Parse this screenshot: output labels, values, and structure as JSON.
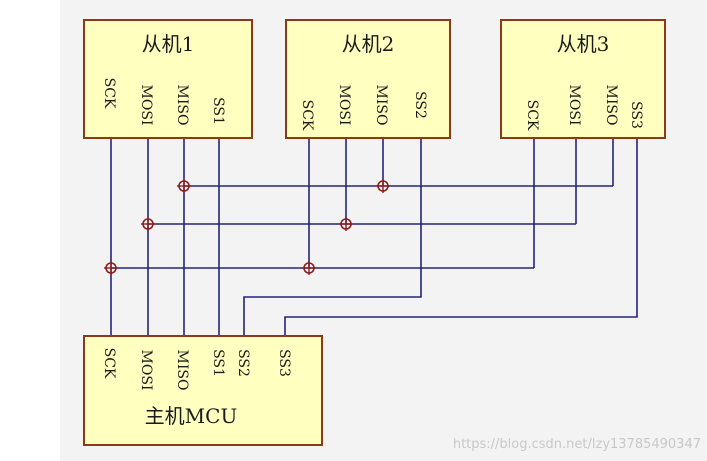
{
  "slaves": [
    {
      "title": "从机1",
      "pins": [
        "SCK",
        "MOSI",
        "MISO",
        "SS1"
      ]
    },
    {
      "title": "从机2",
      "pins": [
        "SCK",
        "MOSI",
        "MISO",
        "SS2"
      ]
    },
    {
      "title": "从机3",
      "pins": [
        "SCK",
        "MOSI",
        "MISO",
        "SS3"
      ]
    }
  ],
  "master": {
    "title": "主机MCU",
    "pins": [
      "SCK",
      "MOSI",
      "MISO",
      "SS1",
      "SS2",
      "SS3"
    ]
  },
  "watermark": "https://blog.csdn.net/lzy13785490347",
  "colors": {
    "box_fill": "#ffffc0",
    "box_border": "#8a3a18",
    "wire": "#24247a",
    "junction": "#8a1f1f"
  }
}
